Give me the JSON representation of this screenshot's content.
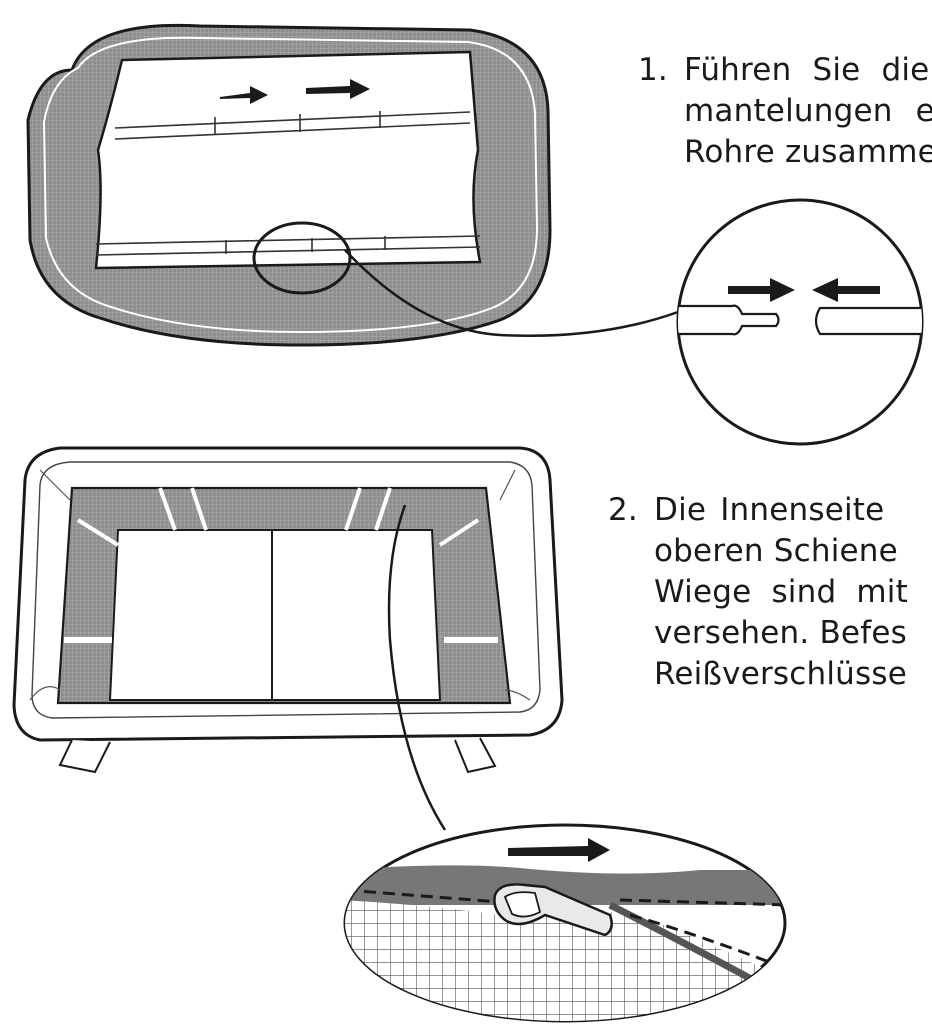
{
  "steps": [
    {
      "number": "1.",
      "lines": [
        "Führen Sie die",
        "mantelungen e",
        "Rohre zusamme"
      ]
    },
    {
      "number": "2.",
      "lines": [
        "Die  Innenseite",
        "oberen Schiene",
        "Wiege sind mit",
        "versehen. Befes",
        "Reißverschlüsse"
      ]
    }
  ],
  "colors": {
    "ink": "#1a1a1a",
    "fabric_gray": "#9a9a9a",
    "fabric_dark": "#7d7d7d",
    "paper": "#ffffff"
  },
  "icons": [
    "arrow-left-icon",
    "arrow-right-icon",
    "magnifier-circle-icon",
    "zipper-pull-icon"
  ]
}
